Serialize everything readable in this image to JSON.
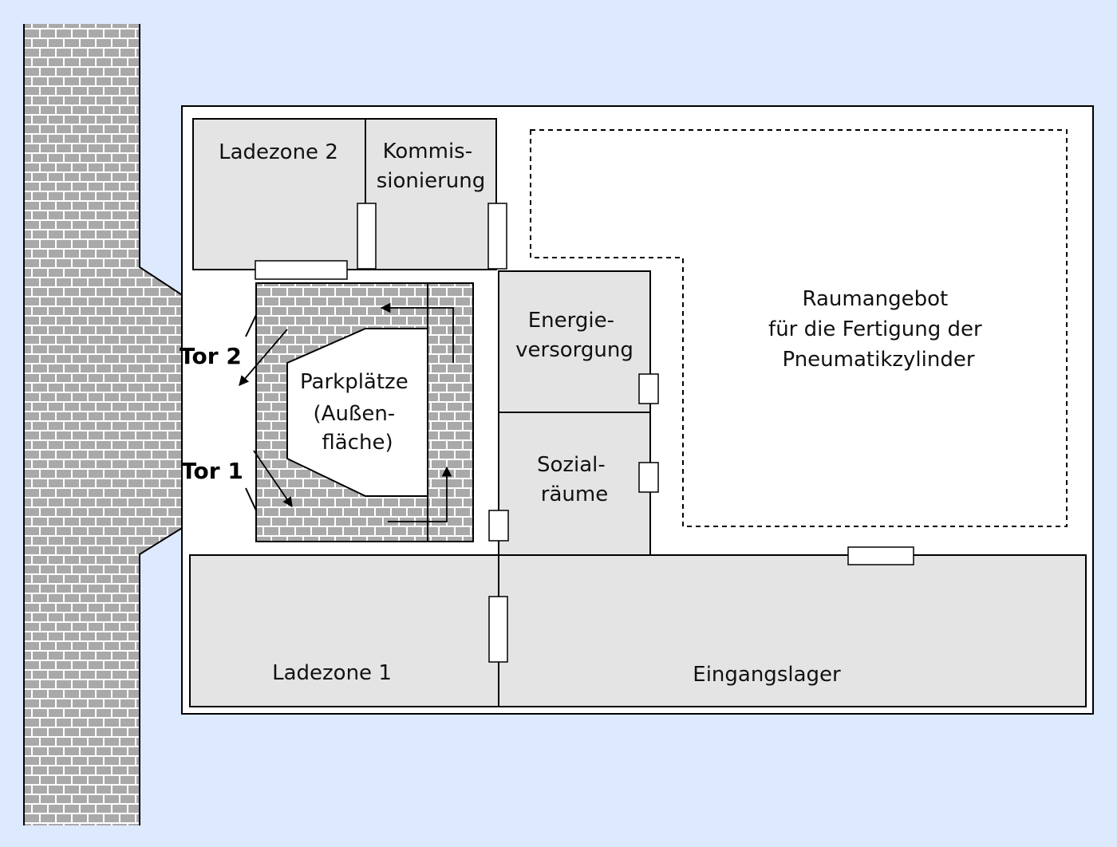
{
  "colors": {
    "background": "#dde9fd",
    "room_fill": "#e4e4e4",
    "brick_fill": "#a9a9a9",
    "brick_mortar": "#ffffff",
    "outline": "#000000"
  },
  "rooms": {
    "ladezone2": "Ladezone 2",
    "kommissionierung": [
      "Kommis-",
      "sionierung"
    ],
    "energieversorgung": [
      "Energie-",
      "versorgung"
    ],
    "sozialraeume": [
      "Sozial-",
      "räume"
    ],
    "ladezone1": "Ladezone 1",
    "eingangslager": "Eingangslager",
    "raumangebot": [
      "Raumangebot",
      "für die Fertigung der",
      "Pneumatikzylinder"
    ],
    "parkplaetze": [
      "Parkplätze",
      "(Außen-",
      "fläche)"
    ]
  },
  "gates": {
    "tor1": "Tor 1",
    "tor2": "Tor 2"
  },
  "icons": {
    "doors": "door-rectangle",
    "arrows": "traffic-arrow",
    "paving": "brick-pattern"
  }
}
